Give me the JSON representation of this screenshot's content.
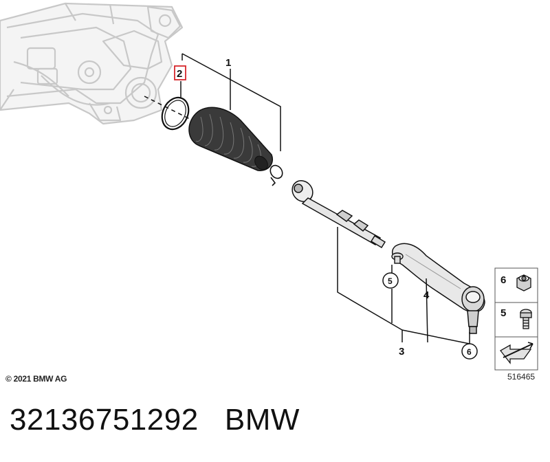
{
  "callouts": {
    "boot": "1",
    "ring": "2",
    "tie_rod_assembly": "3",
    "tie_rod_end": "4",
    "bolt": "5",
    "nut": "6"
  },
  "legend": {
    "nut_number": "6",
    "bolt_number": "5"
  },
  "copyright": "© 2021 BMW AG",
  "diagram_number": "516465",
  "footer": {
    "part_number": "32136751292",
    "brand": "BMW"
  },
  "colors": {
    "highlight": "#d6262b",
    "ghost_rack": "#c8c8c8",
    "boot_fill": "#3a3a3a",
    "line": "#1a1a1a"
  }
}
